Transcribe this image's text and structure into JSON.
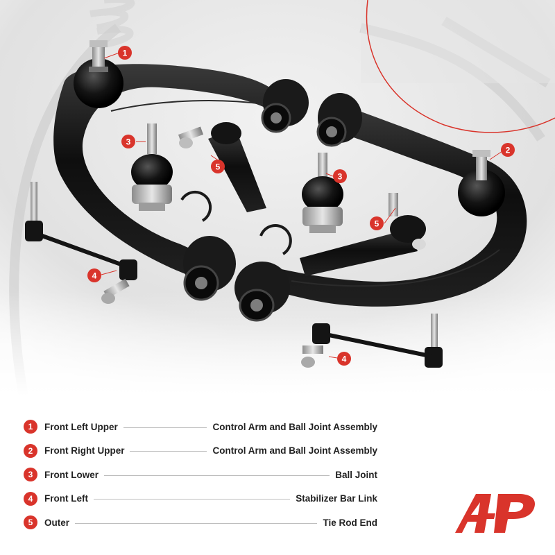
{
  "callouts": [
    {
      "number": "1"
    },
    {
      "number": "2"
    },
    {
      "number": "3"
    },
    {
      "number": "3"
    },
    {
      "number": "4"
    },
    {
      "number": "4"
    },
    {
      "number": "5"
    },
    {
      "number": "5"
    }
  ],
  "legend": [
    {
      "number": "1",
      "left": "Front Left Upper",
      "right": "Control Arm and Ball Joint Assembly"
    },
    {
      "number": "2",
      "left": "Front Right Upper",
      "right": "Control Arm and Ball Joint Assembly"
    },
    {
      "number": "3",
      "left": "Front Lower",
      "right": "Ball Joint"
    },
    {
      "number": "4",
      "left": "Front Left",
      "right": "Stabilizer Bar Link"
    },
    {
      "number": "5",
      "left": "Outer",
      "right": "Tie Rod End"
    }
  ],
  "colors": {
    "accent": "#d9342b",
    "part_black": "#141414",
    "text": "#222222"
  },
  "logo": {
    "icon": "brand-logo-icon"
  }
}
